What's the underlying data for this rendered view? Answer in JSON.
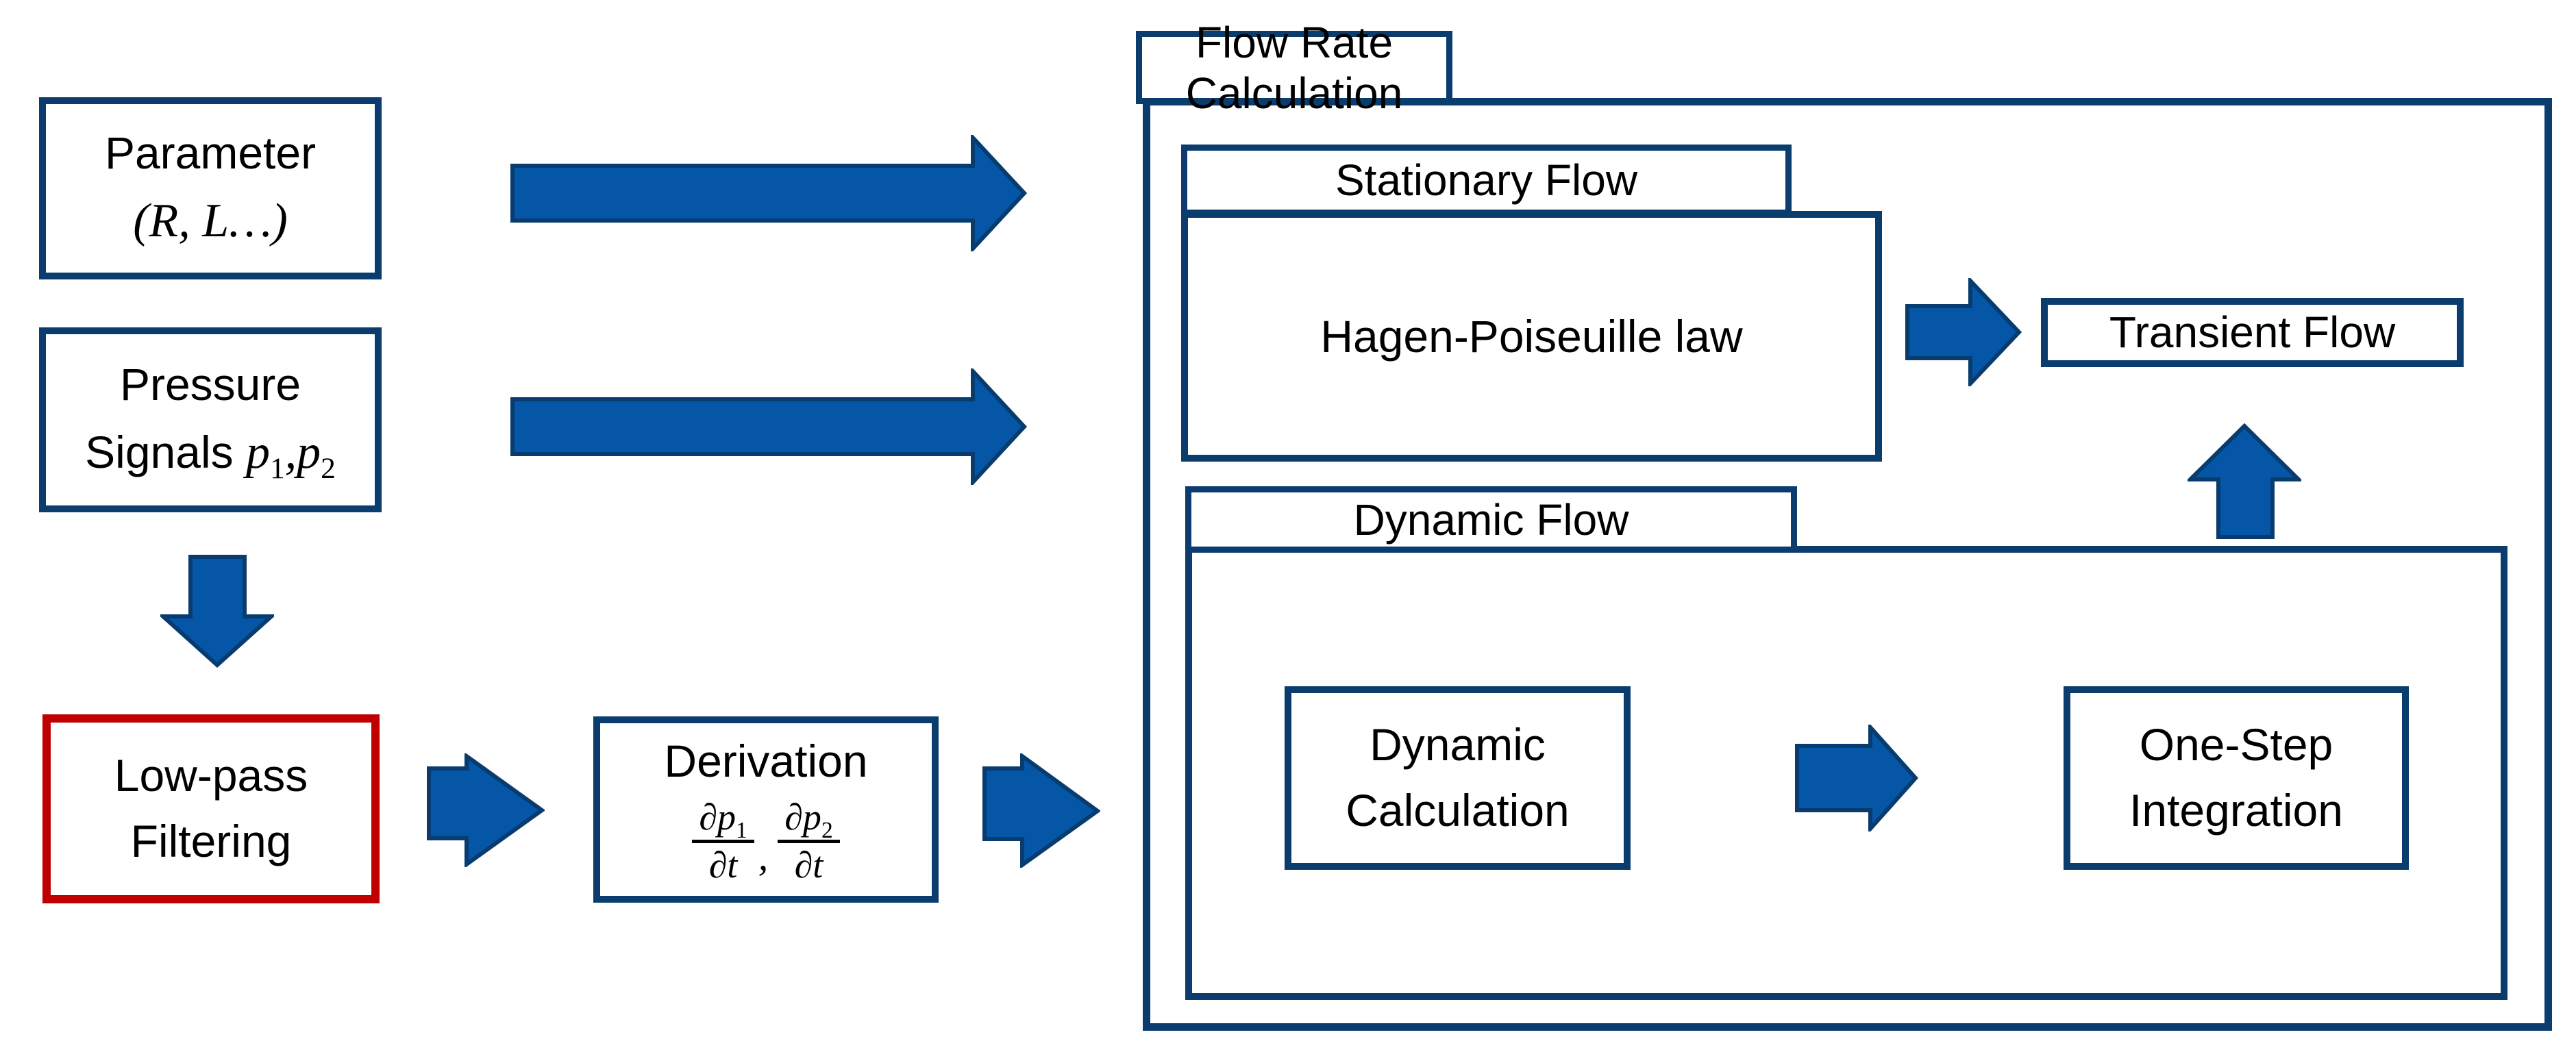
{
  "colors": {
    "border_navy": "#0a3c6e",
    "highlight_red": "#c00000",
    "arrow_fill": "#0556a6",
    "arrow_stroke": "#083b6e",
    "text": "#000000",
    "background": "#ffffff"
  },
  "boxes": {
    "parameter": {
      "line1": "Parameter",
      "line2": "(R, L…)"
    },
    "pressure": {
      "line1": "Pressure",
      "line2_word": "Signals",
      "p": "p",
      "sub1": "1",
      "comma": ",",
      "sub2": "2"
    },
    "lowpass": {
      "line1": "Low-pass",
      "line2": "Filtering"
    },
    "derivation": {
      "title": "Derivation",
      "frac1_num": "∂p",
      "frac1_num_sub": "1",
      "frac1_den": "∂t",
      "comma": ",",
      "frac2_num": "∂p",
      "frac2_num_sub": "2",
      "frac2_den": "∂t"
    }
  },
  "flow_rate_container": {
    "title": "Flow Rate Calculation",
    "stationary": {
      "tab": "Stationary Flow",
      "body": "Hagen-Poiseuille law"
    },
    "transient": {
      "label": "Transient Flow"
    },
    "dynamic": {
      "tab": "Dynamic Flow",
      "calc_line1": "Dynamic",
      "calc_line2": "Calculation",
      "integration_line1": "One-Step",
      "integration_line2": "Integration"
    }
  },
  "icons": {
    "right_arrow": "block arrow pointing right",
    "down_arrow": "block arrow pointing down",
    "up_arrow": "block arrow pointing up"
  }
}
